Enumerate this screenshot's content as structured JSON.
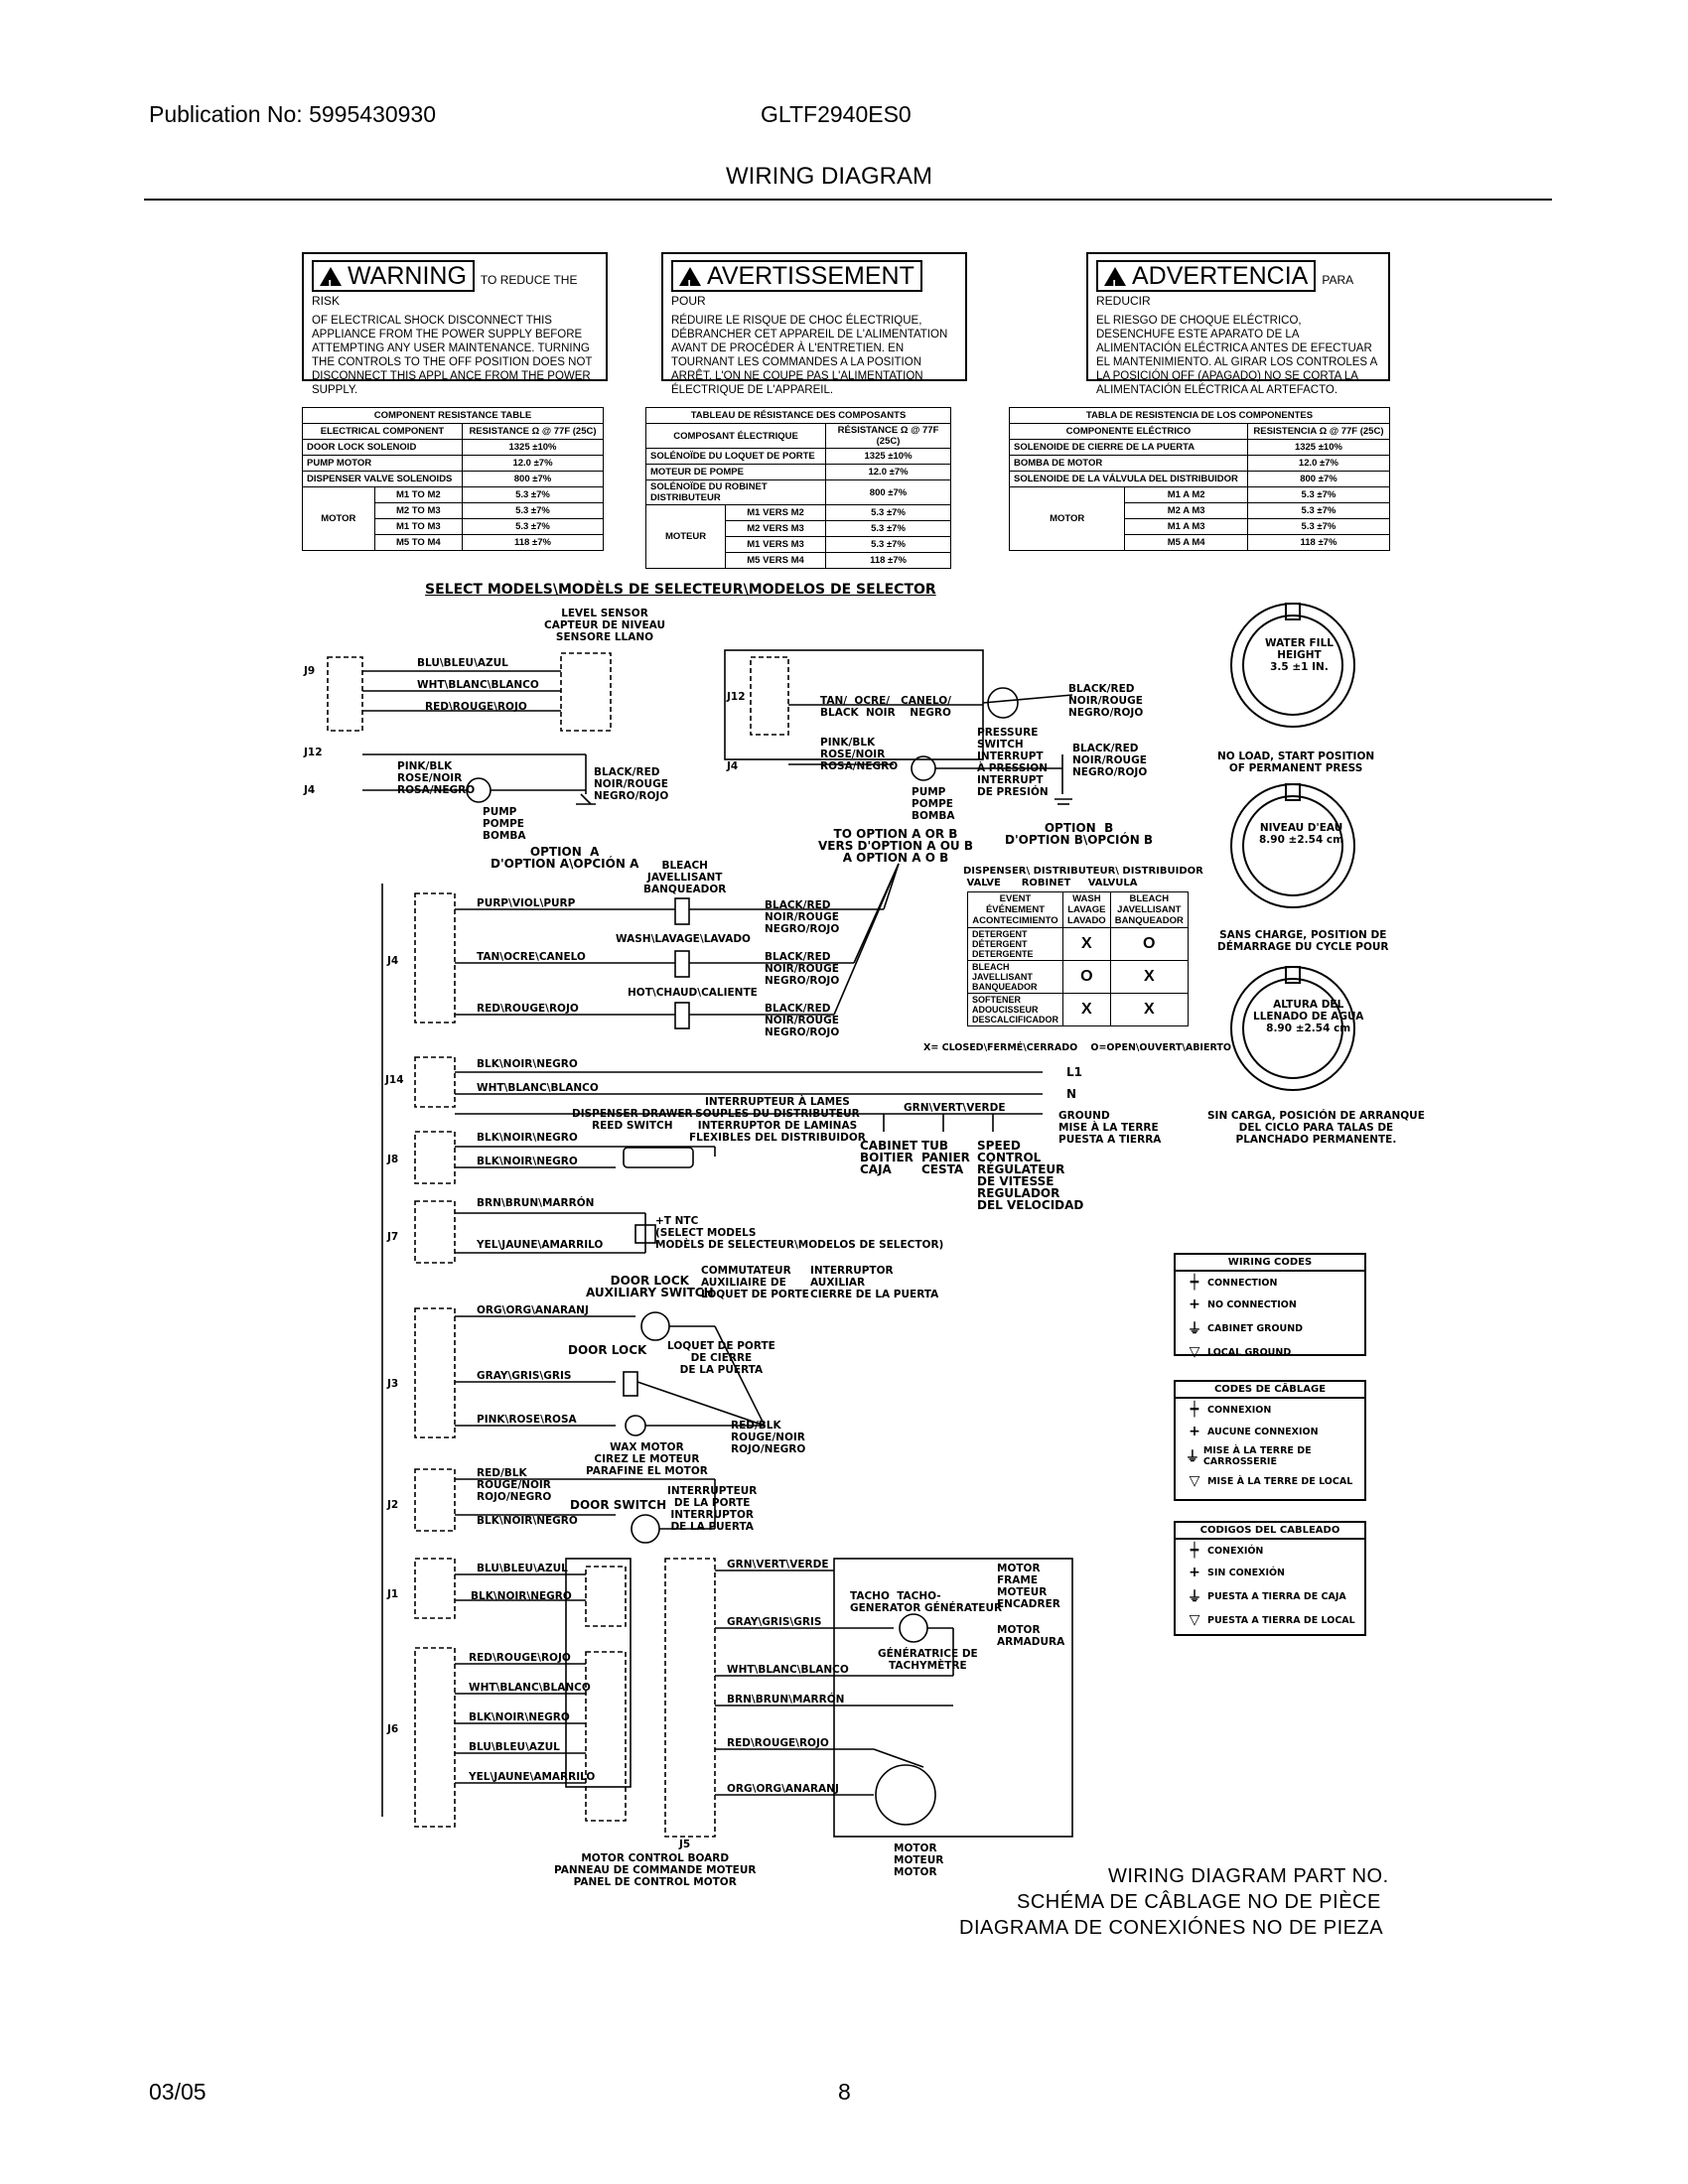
{
  "header": {
    "publication": "Publication No: 5995430930",
    "model": "GLTF2940ES0",
    "title": "WIRING DIAGRAM"
  },
  "warnings": [
    {
      "title": "WARNING",
      "tail": "TO REDUCE THE RISK",
      "body": "OF ELECTRICAL SHOCK DISCONNECT THIS APPLIANCE FROM THE POWER SUPPLY BEFORE ATTEMPTING ANY USER MAINTENANCE. TURNING THE CONTROLS TO THE OFF POSITION DOES NOT DISCONNECT THIS APPL ANCE FROM THE POWER SUPPLY."
    },
    {
      "title": "AVERTISSEMENT",
      "tail": "POUR",
      "body": "RÉDUIRE LE RISQUE DE CHOC ÉLECTRIQUE, DÉBRANCHER CET APPAREIL DE L'ALIMENTATION AVANT DE PROCÉDER À L'ENTRETIEN. EN TOURNANT LES COMMANDES A LA POSITION ARRÊT, L'ON NE COUPE PAS L'ALIMENTATION ÉLECTRIQUE DE L'APPAREIL."
    },
    {
      "title": "ADVERTENCIA",
      "tail": "PARA REDUCIR",
      "body": "EL RIESGO DE CHOQUE ELÉCTRICO, DESENCHUFE ESTE APARATO DE LA ALIMENTACIÓN ELÉCTRICA ANTES DE EFECTUAR EL MANTENIMIENTO. AL GIRAR LOS CONTROLES A LA POSICIÓN OFF (APAGADO) NO SE CORTA LA ALIMENTACIÓN ELÉCTRICA AL ARTEFACTO."
    }
  ],
  "resistance_tables": [
    {
      "title": "COMPONENT RESISTANCE TABLE",
      "col1": "ELECTRICAL COMPONENT",
      "col2": "RESISTANCE Ω @ 77F (25C)",
      "rows": [
        [
          "DOOR LOCK SOLENOID",
          "1325 ±10%"
        ],
        [
          "PUMP MOTOR",
          "12.0 ±7%"
        ],
        [
          "DISPENSER VALVE SOLENOIDS",
          "800 ±7%"
        ]
      ],
      "motor": "MOTOR",
      "motor_rows": [
        [
          "M1 TO M2",
          "5.3 ±7%"
        ],
        [
          "M2 TO M3",
          "5.3 ±7%"
        ],
        [
          "M1 TO M3",
          "5.3 ±7%"
        ],
        [
          "M5 TO M4",
          "118 ±7%"
        ]
      ]
    },
    {
      "title": "TABLEAU DE RÉSISTANCE DES COMPOSANTS",
      "col1": "COMPOSANT ÉLECTRIQUE",
      "col2": "RÉSISTANCE Ω @ 77F (25C)",
      "rows": [
        [
          "SOLÉNOÏDE DU LOQUET DE PORTE",
          "1325 ±10%"
        ],
        [
          "MOTEUR DE POMPE",
          "12.0 ±7%"
        ],
        [
          "SOLÉNOÏDE DU ROBINET DISTRIBUTEUR",
          "800 ±7%"
        ]
      ],
      "motor": "MOTEUR",
      "motor_rows": [
        [
          "M1 VERS M2",
          "5.3 ±7%"
        ],
        [
          "M2 VERS M3",
          "5.3 ±7%"
        ],
        [
          "M1 VERS M3",
          "5.3 ±7%"
        ],
        [
          "M5 VERS M4",
          "118 ±7%"
        ]
      ]
    },
    {
      "title": "TABLA DE RESISTENCIA DE LOS COMPONENTES",
      "col1": "COMPONENTE ELÉCTRICO",
      "col2": "RESISTENCIA Ω @ 77F (25C)",
      "rows": [
        [
          "SOLENOIDE DE CIERRE DE LA PUERTA",
          "1325 ±10%"
        ],
        [
          "BOMBA DE MOTOR",
          "12.0 ±7%"
        ],
        [
          "SOLENOIDE DE LA VÁLVULA DEL DISTRIBUIDOR",
          "800 ±7%"
        ]
      ],
      "motor": "MOTOR",
      "motor_rows": [
        [
          "M1 A M2",
          "5.3 ±7%"
        ],
        [
          "M2 A M3",
          "5.3 ±7%"
        ],
        [
          "M1 A M3",
          "5.3 ±7%"
        ],
        [
          "M5 A M4",
          "118 ±7%"
        ]
      ]
    }
  ],
  "select_models": "SELECT MODELS\\MODÈLS DE SELECTEUR\\MODELOS DE SELECTOR",
  "labels": {
    "level_sensor": "LEVEL SENSOR\nCAPTEUR DE NIVEAU\nSENSORE LLANO",
    "blu": "BLU\\BLEU\\AZUL",
    "wht": "WHT\\BLANC\\BLANCO",
    "red": "RED\\ROUGE\\ROJO",
    "pink_blk": "PINK/BLK\nROSE/NOIR\nROSA/NEGRO",
    "black_red": "BLACK/RED\nNOIR/ROUGE\nNEGRO/ROJO",
    "pump": "PUMP\nPOMPE\nBOMBA",
    "option_a": "OPTION  A\nD'OPTION A\\OPCIÓN A",
    "option_b": "OPTION  B\nD'OPTION B\\OPCIÓN B",
    "to_option": "TO OPTION A OR B\nVERS D'OPTION A OU B\nA OPTION A O B",
    "tan": "TAN/  OCRE/   CANELO/\nBLACK  NOIR    NEGRO",
    "pressure_switch": "PRESSURE\nSWITCH\nINTERRUPT\nÀ PRESSION\nINTERRUPT\nDE PRESIÓN",
    "bleach": "BLEACH\nJAVELLISANT\nBANQUEADOR",
    "purp": "PURP\\VIOL\\PURP",
    "wash": "WASH\\LAVAGE\\LAVADO",
    "tan2": "TAN\\OCRE\\CANELO",
    "hot": "HOT\\CHAUD\\CALIENTE",
    "blk": "BLK\\NOIR\\NEGRO",
    "dispenser_drawer": "DISPENSER DRAWER\nREED SWITCH",
    "interrupteur": "INTERRUPTEUR À LAMES\nSOUPLES DU DISTRIBUTEUR\nINTERRUPTOR DE LAMINAS\nFLEXIBLES DEL DISTRIBUIDOR",
    "grn": "GRN\\VERT\\VERDE",
    "l1": "L1",
    "n": "N",
    "ground": "GROUND\nMISE À LA TERRE\nPUESTA A TIERRA",
    "cabinet": "CABINET\nBOITIER\nCAJA",
    "tub": "TUB\nPANIER\nCESTA",
    "speed": "SPEED\nCONTROL\nRÉGULATEUR\nDE VITESSE\nREGULADOR\nDEL VELOCIDAD",
    "brn": "BRN\\BRUN\\MARRÓN",
    "yel": "YEL\\JAUNE\\AMARRILO",
    "ntc": "+T NTC\n(SELECT MODELS\nMODÈLS DE SELECTEUR\\MODELOS DE SELECTOR)",
    "door_lock_aux": "DOOR LOCK\nAUXILIARY SWITCH",
    "commutateur": "COMMUTATEUR\nAUXILIAIRE DE\nLOQUET DE PORTE",
    "interruptor_aux": "INTERRUPTOR\nAUXILIAR\nCIERRE DE LA PUERTA",
    "org": "ORG\\ORG\\ANARANJ",
    "door_lock": "DOOR LOCK",
    "loquet": "LOQUET DE PORTE\nDE CIERRE\nDE LA PUERTA",
    "gray": "GRAY\\GRIS\\GRIS",
    "pink": "PINK\\ROSE\\ROSA",
    "wax_motor": "WAX MOTOR\nCIREZ LE MOTEUR\nPARAFINE EL MOTOR",
    "red_blk": "RED/BLK\nROUGE/NOIR\nROJO/NEGRO",
    "door_switch": "DOOR SWITCH",
    "interrupteur_porte": "INTERRUPTEUR\nDE LA PORTE\nINTERRUPTOR\nDE LA PUERTA",
    "motor_frame": "MOTOR\nFRAME\nMOTEUR\nENCADRER",
    "tacho": "TACHO  TACHO-\nGENERATOR GÉNÉRATEUR",
    "generatrice": "GÉNÉRATRICE DE\nTACHYMÈTRE",
    "motor_armadura": "MOTOR\nARMADURA",
    "motor_control_board": "MOTOR CONTROL BOARD\nPANNEAU DE COMMANDE MOTEUR\nPANEL DE CONTROL MOTOR",
    "motor": "MOTOR\nMOTEUR\nMOTOR",
    "water_fill": "WATER FILL\nHEIGHT\n3.5 ±1 IN.",
    "no_load": "NO LOAD, START POSITION\nOF PERMANENT PRESS",
    "niveau": "NIVEAU D'EAU\n8.90 ±2.54 cm",
    "sans_charge": "SANS CHARGE, POSITION DE\nDÉMARRAGE DU CYCLE POUR",
    "altura": "ALTURA DEL\nLLENADO DE AGUA\n8.90 ±2.54 cm",
    "sin_carga": "SIN CARGA, POSICIÓN DE ARRANQUE\nDEL CICLO PARA TALAS DE\nPLANCHADO PERMANENTE.",
    "dispenser_hdr": "DISPENSER\\ DISTRIBUTEUR\\ DISTRIBUIDOR\n VALVE      ROBINET     VALVULA",
    "legend_x": "X= CLOSED\\FERMÉ\\CERRADO    O=OPEN\\OUVERT\\ABIERTO"
  },
  "valve_table": {
    "headers": [
      "EVENT\nÉVÉNEMENT\nACONTECIMIENTO",
      "WASH\nLAVAGE\nLAVADO",
      "BLEACH\nJAVELLISANT\nBANQUEADOR"
    ],
    "rows": [
      [
        "DETERGENT\nDÉTERGENT\nDETERGENTE",
        "X",
        "O"
      ],
      [
        "BLEACH\nJAVELLISANT\nBANQUEADOR",
        "O",
        "X"
      ],
      [
        "SOFTENER\nADOUCISSEUR\nDESCALCIFICADOR",
        "X",
        "X"
      ]
    ]
  },
  "connectors": {
    "J9": "J9",
    "J12": "J12",
    "J4": "J4",
    "J14": "J14",
    "J8": "J8",
    "J7": "J7",
    "J3": "J3",
    "J2": "J2",
    "J1": "J1",
    "J6": "J6",
    "J5": "J5"
  },
  "wiring_codes": [
    {
      "title": "WIRING CODES",
      "items": [
        "CONNECTION",
        "NO CONNECTION",
        "CABINET GROUND",
        "LOCAL GROUND"
      ]
    },
    {
      "title": "CODES DE CÂBLAGE",
      "items": [
        "CONNEXION",
        "AUCUNE CONNEXION",
        "MISE À LA TERRE DE CARROSSERIE",
        "MISE À LA TERRE DE LOCAL"
      ]
    },
    {
      "title": "CODIGOS DEL CABLEADO",
      "items": [
        "CONEXIÓN",
        "SIN CONEXIÓN",
        "PUESTA A TIERRA DE CAJA",
        "PUESTA A TIERRA DE LOCAL"
      ]
    }
  ],
  "part_no": [
    "WIRING DIAGRAM PART NO.",
    "SCHÉMA DE CÂBLAGE NO DE PIÈCE",
    "DIAGRAMA DE CONEXIÓNES NO DE PIEZA"
  ],
  "footer": {
    "date": "03/05",
    "page": "8"
  }
}
